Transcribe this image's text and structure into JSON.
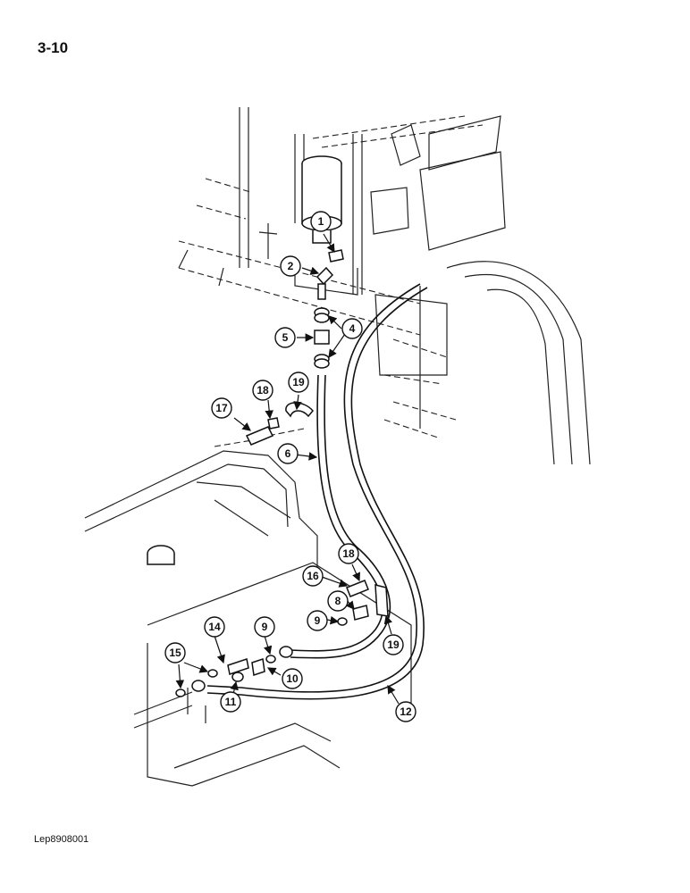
{
  "page": {
    "number": "3-10",
    "reference": "Lep8908001"
  },
  "callouts": [
    {
      "id": "c1",
      "label": "1"
    },
    {
      "id": "c2",
      "label": "2"
    },
    {
      "id": "c4",
      "label": "4"
    },
    {
      "id": "c5",
      "label": "5"
    },
    {
      "id": "c6",
      "label": "6"
    },
    {
      "id": "c8",
      "label": "8"
    },
    {
      "id": "c9a",
      "label": "9"
    },
    {
      "id": "c9b",
      "label": "9"
    },
    {
      "id": "c10",
      "label": "10"
    },
    {
      "id": "c11",
      "label": "11"
    },
    {
      "id": "c12",
      "label": "12"
    },
    {
      "id": "c14",
      "label": "14"
    },
    {
      "id": "c15",
      "label": "15"
    },
    {
      "id": "c16",
      "label": "16"
    },
    {
      "id": "c17",
      "label": "17"
    },
    {
      "id": "c18a",
      "label": "18"
    },
    {
      "id": "c18b",
      "label": "18"
    },
    {
      "id": "c19a",
      "label": "19"
    },
    {
      "id": "c19b",
      "label": "19"
    }
  ]
}
